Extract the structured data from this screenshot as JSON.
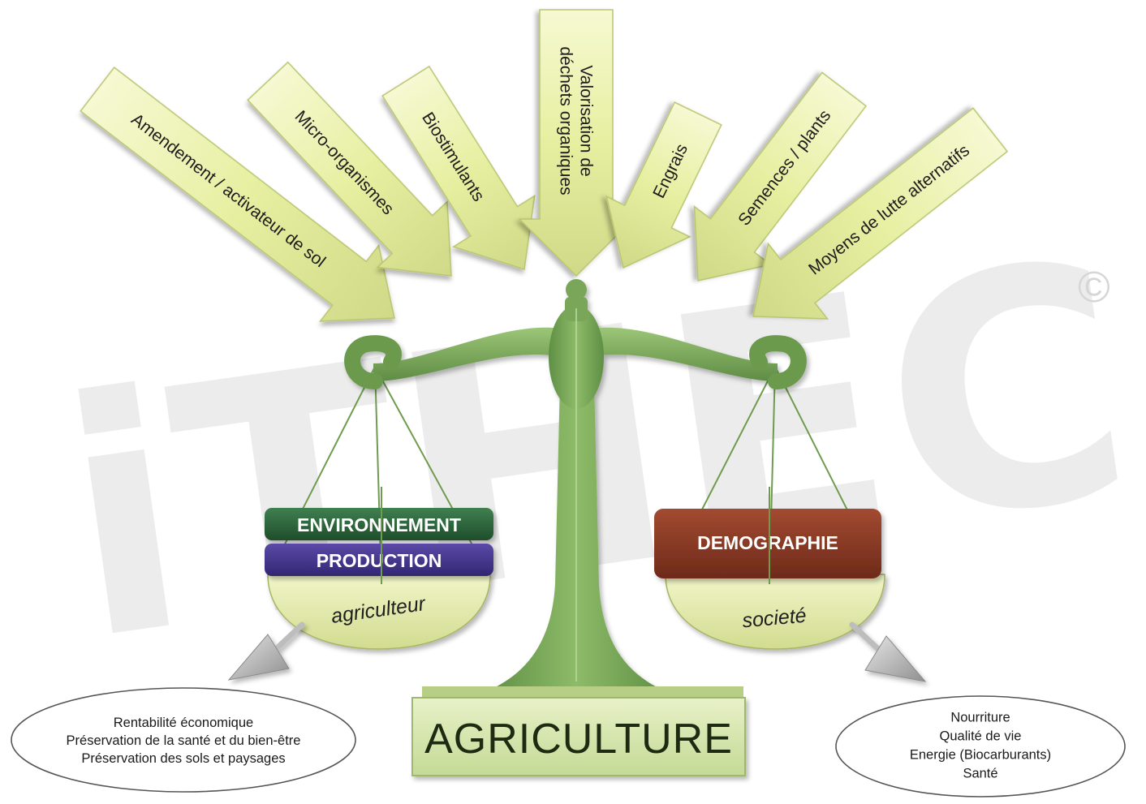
{
  "diagram": {
    "watermark": "iTHEC",
    "copyright_symbol": "©",
    "inputs": [
      {
        "id": "amendement",
        "lines": [
          "Amendement / activateur de sol"
        ]
      },
      {
        "id": "micro",
        "lines": [
          "Micro-organismes"
        ]
      },
      {
        "id": "biostim",
        "lines": [
          "Biostimulants"
        ]
      },
      {
        "id": "valorisation",
        "lines": [
          "Valorisation de",
          "déchets organiques"
        ]
      },
      {
        "id": "engrais",
        "lines": [
          "Engrais"
        ]
      },
      {
        "id": "semences",
        "lines": [
          "Semences / plants"
        ]
      },
      {
        "id": "lutte",
        "lines": [
          "Moyens de lutte alternatifs"
        ]
      }
    ],
    "left_pan": {
      "boxes": [
        "ENVIRONNEMENT",
        "PRODUCTION"
      ],
      "label": "agriculteur",
      "outcomes": [
        "Rentabilité économique",
        "Préservation de la santé et du bien-être",
        "Préservation des sols et paysages"
      ]
    },
    "right_pan": {
      "boxes": [
        "DEMOGRAPHIE"
      ],
      "label": "societé",
      "outcomes": [
        "Nourriture",
        "Qualité de vie",
        "Energie (Biocarburants)",
        "Santé"
      ]
    },
    "base_label": "AGRICULTURE",
    "colors": {
      "arrow_fill": "#e7f0a4",
      "arrow_stroke": "#b9c570",
      "balance_green": "#7aa65a",
      "pan_fill": "#e4ebaa",
      "environnement_box": "#2f6a3d",
      "production_box": "#4a3a8c",
      "demographie_box": "#8a3a26",
      "base_box": "#d7e7b0",
      "output_arrow": "#a8a8a8"
    }
  }
}
